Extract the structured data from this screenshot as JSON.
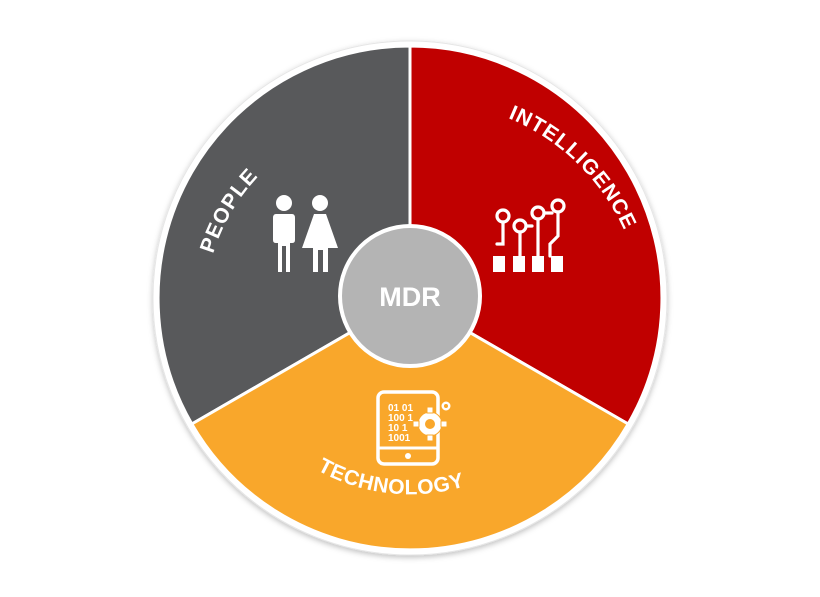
{
  "center": {
    "label": "MDR",
    "color": "#b4b4b4"
  },
  "segments": [
    {
      "id": "people",
      "label": "PEOPLE",
      "color": "#58595b",
      "icon": "people-icon"
    },
    {
      "id": "intelligence",
      "label": "INTELLIGENCE",
      "color": "#c00000",
      "icon": "circuit-icon"
    },
    {
      "id": "technology",
      "label": "TECHNOLOGY",
      "color": "#f9a72b",
      "icon": "tablet-binary-gear-icon"
    }
  ],
  "icon_tablet": {
    "line1": "01 01",
    "line2": "100 1",
    "line3": "10 1",
    "line4": "1001"
  }
}
